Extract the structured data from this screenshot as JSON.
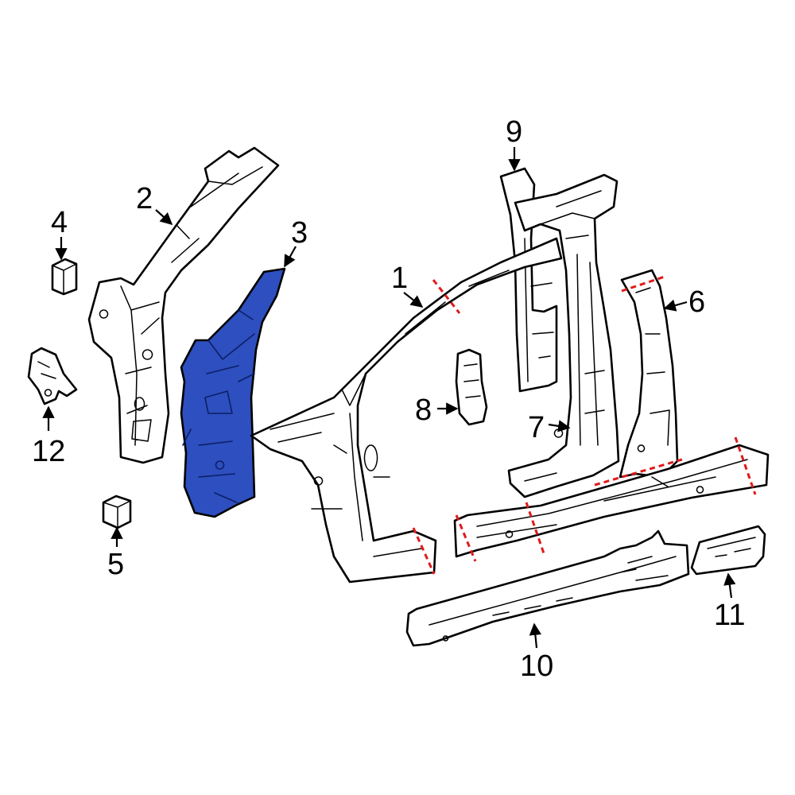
{
  "diagram": {
    "highlight_color": "#2d4fbf",
    "cut_line_color": "#e01a1a",
    "callouts": [
      {
        "id": "1",
        "label": "1"
      },
      {
        "id": "2",
        "label": "2"
      },
      {
        "id": "3",
        "label": "3"
      },
      {
        "id": "4",
        "label": "4"
      },
      {
        "id": "5",
        "label": "5"
      },
      {
        "id": "6",
        "label": "6"
      },
      {
        "id": "7",
        "label": "7"
      },
      {
        "id": "8",
        "label": "8"
      },
      {
        "id": "9",
        "label": "9"
      },
      {
        "id": "10",
        "label": "10"
      },
      {
        "id": "11",
        "label": "11"
      },
      {
        "id": "12",
        "label": "12"
      }
    ],
    "highlighted_part": "3"
  }
}
